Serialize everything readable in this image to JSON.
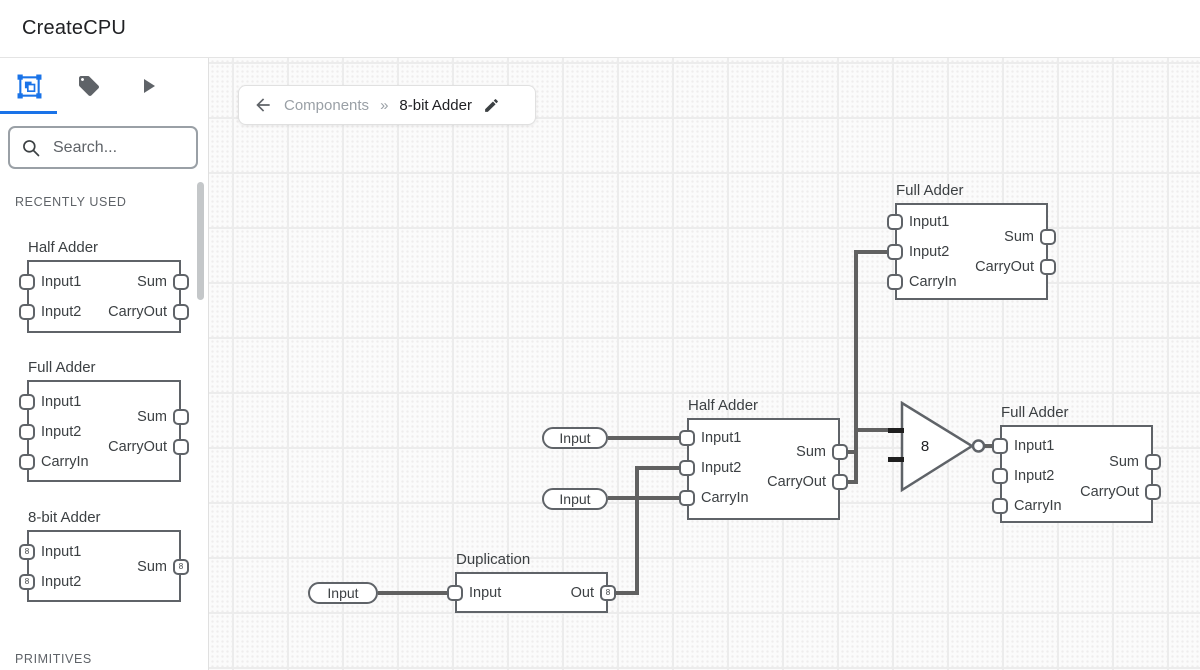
{
  "header": {
    "title": "CreateCPU"
  },
  "sidebar": {
    "tabs": [
      {
        "icon": "component-select-icon",
        "active": true
      },
      {
        "icon": "tag-icon",
        "active": false
      },
      {
        "icon": "play-icon",
        "active": false
      }
    ],
    "search": {
      "placeholder": "Search...",
      "icon": "search-icon"
    },
    "section_recent": "RECENTLY USED",
    "section_primitives": "PRIMITIVES",
    "components": [
      {
        "title": "Half Adder",
        "ports_left": [
          "Input1",
          "Input2"
        ],
        "ports_right": [
          "Sum",
          "CarryOut"
        ]
      },
      {
        "title": "Full Adder",
        "ports_left": [
          "Input1",
          "Input2",
          "CarryIn"
        ],
        "ports_right": [
          "Sum",
          "CarryOut"
        ]
      },
      {
        "title": "8-bit Adder",
        "ports_left": [
          "Input1",
          "Input2"
        ],
        "ports_right": [
          "Sum"
        ],
        "port_badge": "8"
      }
    ]
  },
  "breadcrumb": {
    "back_icon": "arrow-left-icon",
    "parent": "Components",
    "separator": "»",
    "current": "8-bit Adder",
    "edit_icon": "pencil-icon"
  },
  "canvas": {
    "nodes": [
      {
        "title": "Full Adder",
        "ports_left": [
          "Input1",
          "Input2",
          "CarryIn"
        ],
        "ports_right": [
          "Sum",
          "CarryOut"
        ]
      },
      {
        "title": "Half Adder",
        "ports_left": [
          "Input1",
          "Input2",
          "CarryIn"
        ],
        "ports_right": [
          "Sum",
          "CarryOut"
        ]
      },
      {
        "title": "Full Adder",
        "ports_left": [
          "Input1",
          "Input2",
          "CarryIn"
        ],
        "ports_right": [
          "Sum",
          "CarryOut"
        ]
      },
      {
        "title": "Duplication",
        "ports_left": [
          "Input"
        ],
        "ports_right": [
          "Out"
        ],
        "out_badge": "8"
      }
    ],
    "inputs": [
      "Input",
      "Input",
      "Input"
    ],
    "gate": {
      "label": "8",
      "type": "not-gate"
    }
  },
  "colors": {
    "accent": "#1a73e8",
    "component_border": "#5f6368",
    "wire": "#616161",
    "text_primary": "#202124",
    "text_secondary": "#9aa0a6"
  }
}
